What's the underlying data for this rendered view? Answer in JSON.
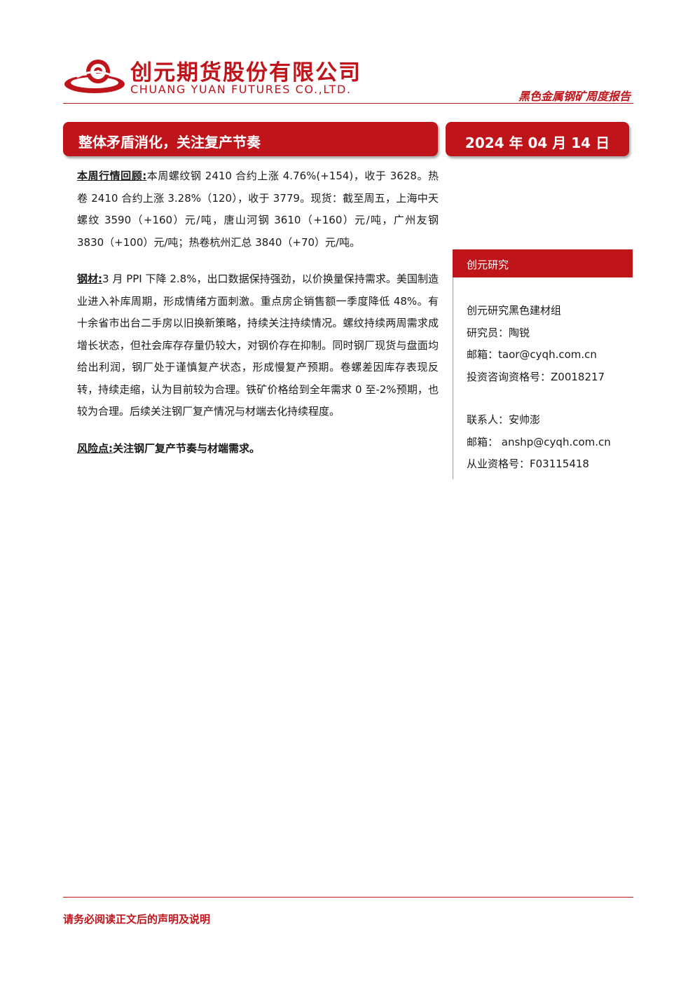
{
  "header": {
    "company_cn": "创元期货股份有限公司",
    "company_en": "CHUANG YUAN FUTURES CO.,LTD.",
    "report_type": "黑色金属钢矿周度报告",
    "brand_color": "#c0141b"
  },
  "title": "整体矛盾消化，关注复产节奏",
  "date": "2024 年 04 月 14 日",
  "sections": {
    "review": {
      "label": "本周行情回顾:",
      "text": "本周螺纹钢 2410 合约上涨 4.76%(+154)，收于 3628。热卷 2410 合约上涨 3.28%（120），收于 3779。现货：截至周五，上海中天螺纹 3590（+160）元/吨，唐山河钢 3610（+160）元/吨，广州友钢 3830（+100）元/吨；热卷杭州汇总 3840（+70）元/吨。"
    },
    "steel": {
      "label": "钢材:",
      "text": "3 月 PPI 下降 2.8%，出口数据保持强劲，以价换量保持需求。美国制造业进入补库周期，形成情绪方面刺激。重点房企销售额一季度降低 48%。有十余省市出台二手房以旧换新策略，持续关注持续情况。螺纹持续两周需求成增长状态，但社会库存存量仍较大，对钢价存在抑制。同时钢厂现货与盘面均给出利润，钢厂处于谨慎复产状态，形成慢复产预期。卷螺差因库存表现反转，持续走缩，认为目前较为合理。铁矿价格给到全年需求 0 至-2%预期，也较为合理。后续关注钢厂复产情况与材端去化持续程度。"
    },
    "risk": {
      "label": "风险点:",
      "text": "关注钢厂复产节奏与材端需求。"
    }
  },
  "sidebar": {
    "banner": "创元研究",
    "group": "创元研究黑色建材组",
    "analyst": "研究员：陶锐",
    "analyst_email": "邮箱：taor@cyqh.com.cn",
    "analyst_license": "投资咨询资格号：Z0018217",
    "contact": "联系人：安帅澎",
    "contact_email": "邮箱： anshp@cyqh.com.cn",
    "contact_license": "从业资格号：F03115418"
  },
  "footer": {
    "disclaimer": "请务必阅读正文后的声明及说明"
  }
}
